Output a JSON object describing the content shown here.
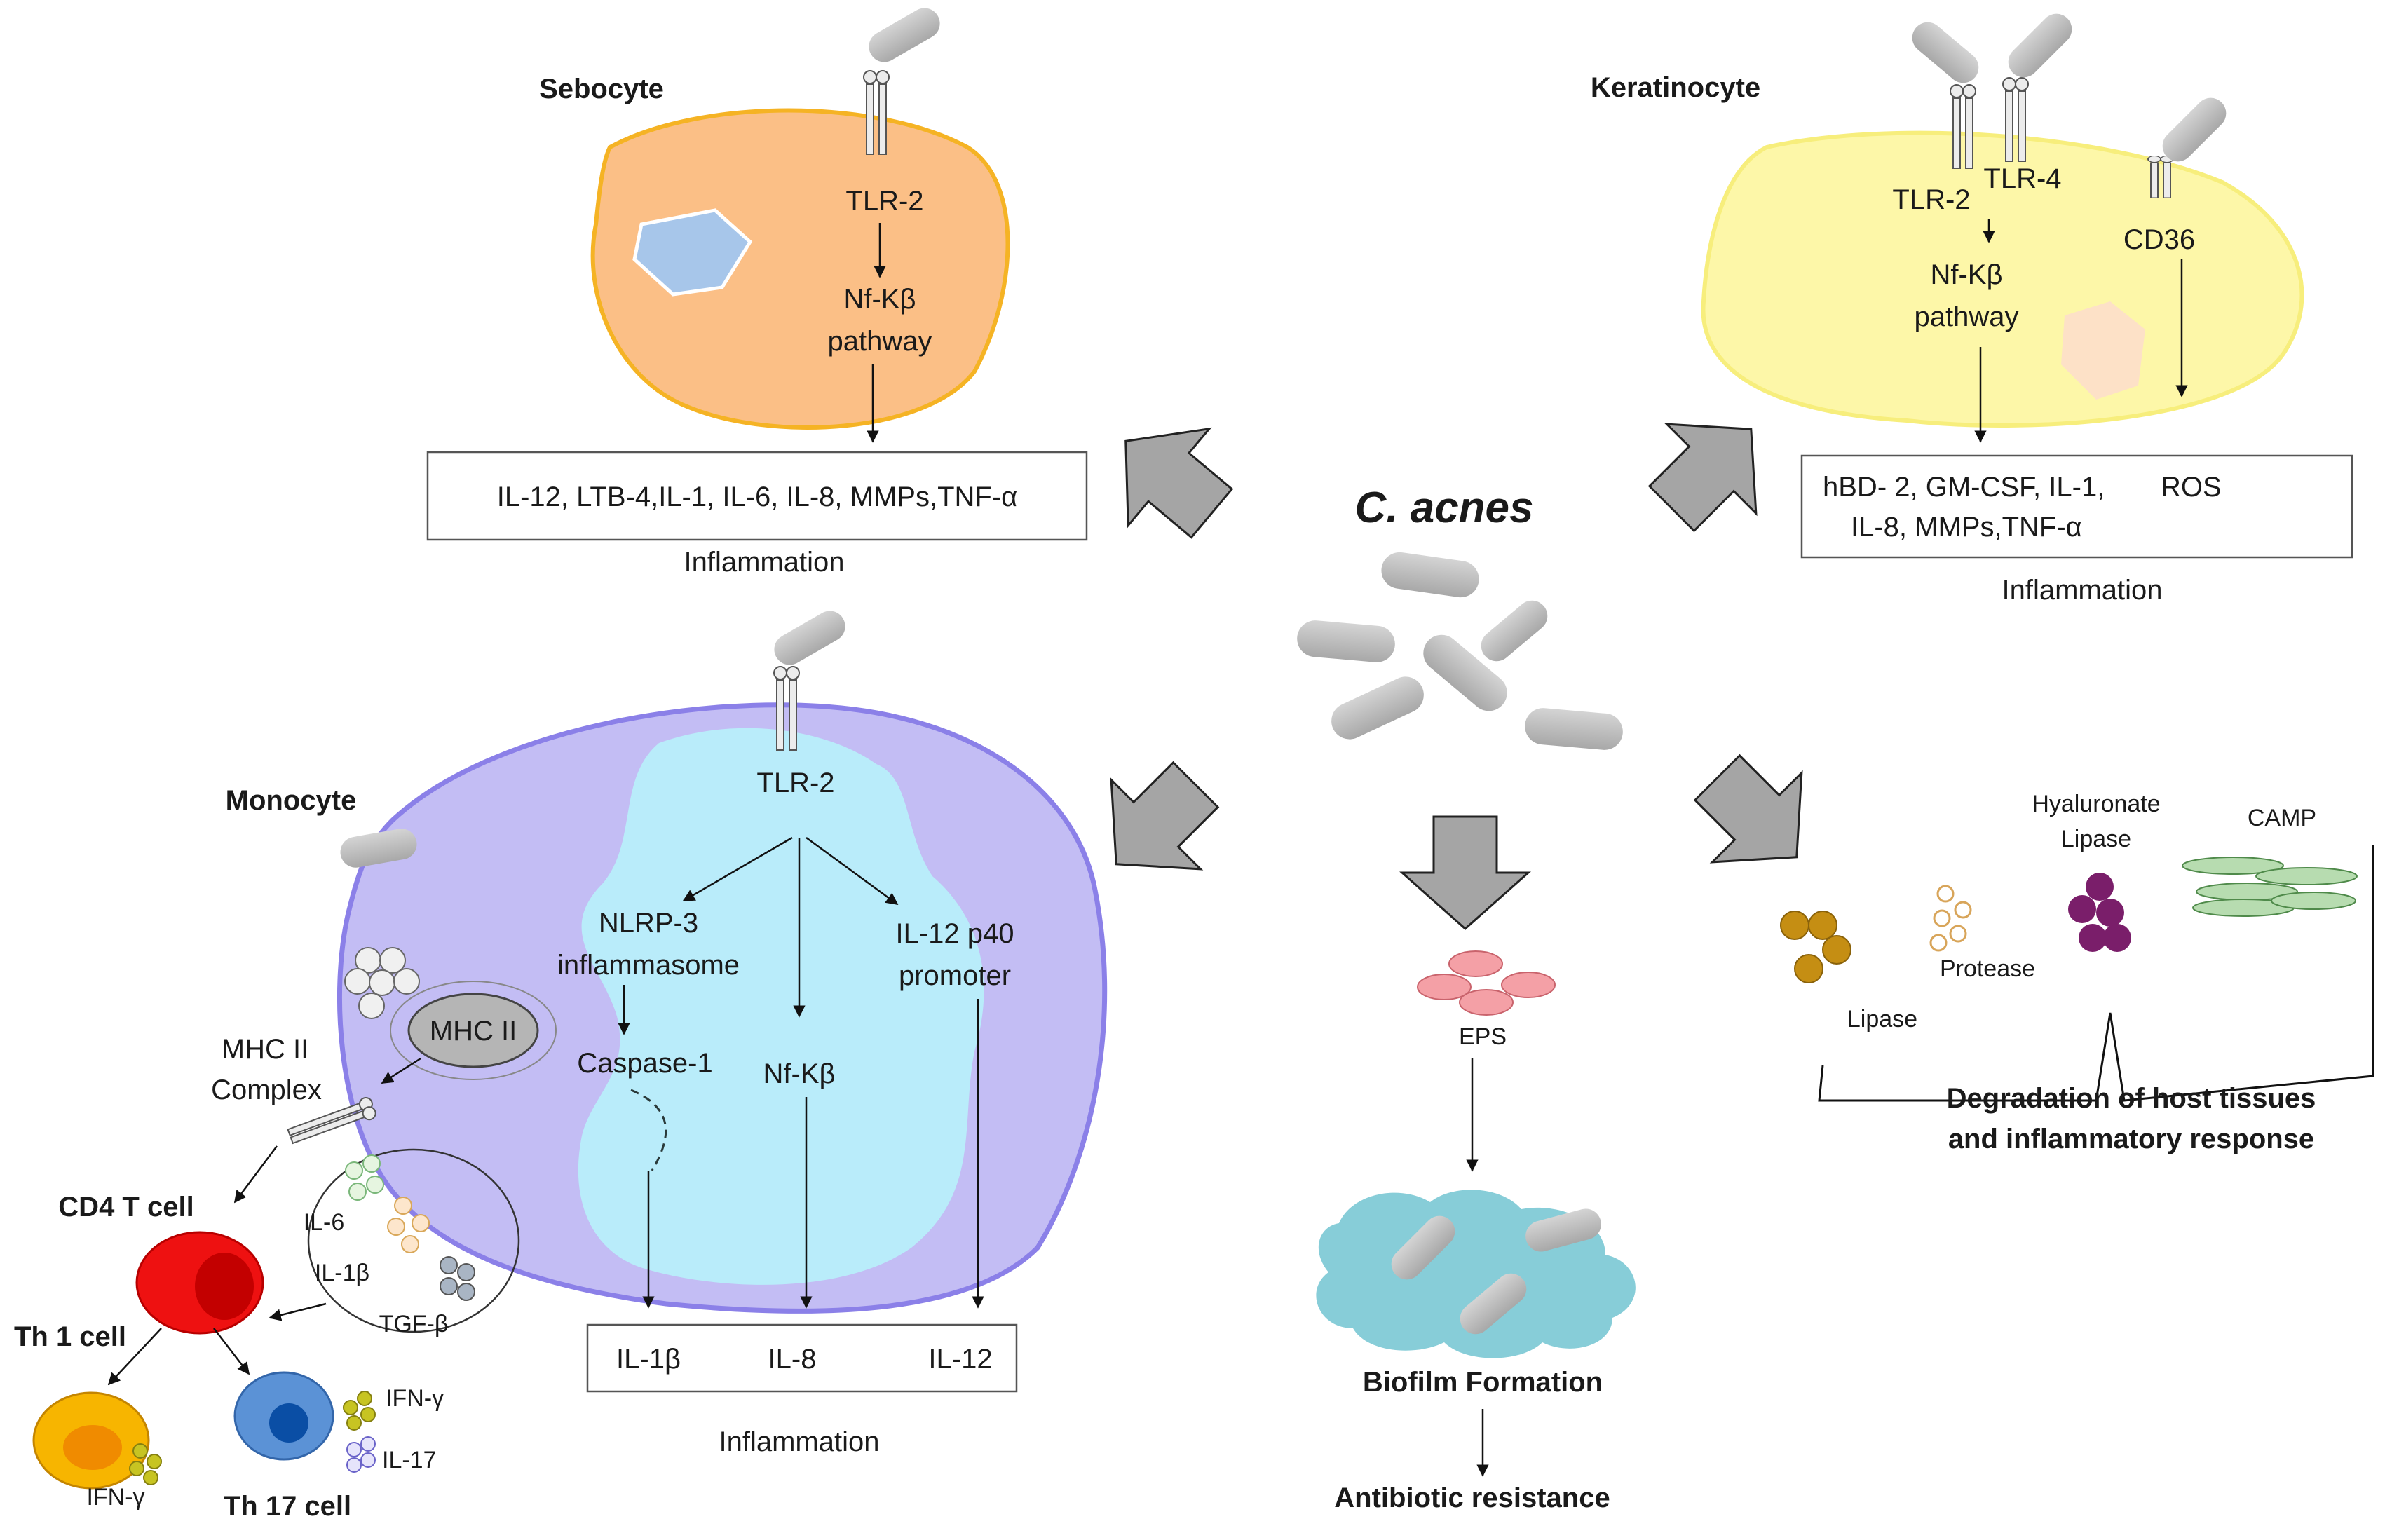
{
  "center": {
    "title": "C. acnes"
  },
  "sebocyte": {
    "name": "Sebocyte",
    "receptor": "TLR-2",
    "pathway_line1": "Nf-Kβ",
    "pathway_line2": "pathway",
    "output": "IL-12, LTB-4,IL-1, IL-6, IL-8, MMPs,TNF-α",
    "effect": "Inflammation"
  },
  "keratinocyte": {
    "name": "Keratinocyte",
    "receptor_a": "TLR-2",
    "receptor_b": "TLR-4",
    "receptor_c": "CD36",
    "pathway_line1": "Nf-Kβ",
    "pathway_line2": "pathway",
    "output_line1": "hBD- 2, GM-CSF, IL-1,",
    "output_ros": "ROS",
    "output_line2": "IL-8, MMPs,TNF-α",
    "effect": "Inflammation"
  },
  "monocyte": {
    "name": "Monocyte",
    "receptor": "TLR-2",
    "nlrp3_line1": "NLRP-3",
    "nlrp3_line2": "inflammasome",
    "caspase": "Caspase-1",
    "nfkb": "Nf-Kβ",
    "il12_line1": "IL-12 p40",
    "il12_line2": "promoter",
    "mhc": "MHC II",
    "mhc_complex_line1": "MHC II",
    "mhc_complex_line2": "Complex",
    "outputs": [
      "IL-1β",
      "IL-8",
      "IL-12"
    ],
    "effect": "Inflammation",
    "cytokines": [
      "IL-6",
      "IL-1β",
      "TGF-β"
    ]
  },
  "tcells": {
    "cd4": "CD4 T cell",
    "th1": "Th 1 cell",
    "th17": "Th 17 cell",
    "th1_output": "IFN-γ",
    "th17_output_a": "IFN-γ",
    "th17_output_b": "IL-17"
  },
  "biofilm": {
    "eps": "EPS",
    "formation": "Biofilm Formation",
    "resistance": "Antibiotic resistance"
  },
  "degradation": {
    "hyaluronate_line1": "Hyaluronate",
    "hyaluronate_line2": "Lipase",
    "camp": "CAMP",
    "protease": "Protease",
    "lipase": "Lipase",
    "result_line1": "Degradation of host tissues",
    "result_line2": "and inflammatory response"
  },
  "colors": {
    "sebocyte_fill": "#fbbf86",
    "sebocyte_stroke": "#f5b324",
    "keratinocyte_fill": "#fdf7a8",
    "monocyte_fill": "#c3bdf4",
    "monocyte_stroke": "#8b80e8",
    "monocyte_nucleus": "#b9ecfa",
    "cd4": "#ee1111",
    "th1": "#f7b500",
    "th17": "#5b92d6",
    "bacterium": "#b9b9b9",
    "biofilm": "#87cdd8",
    "eps": "#f4a0a6"
  }
}
